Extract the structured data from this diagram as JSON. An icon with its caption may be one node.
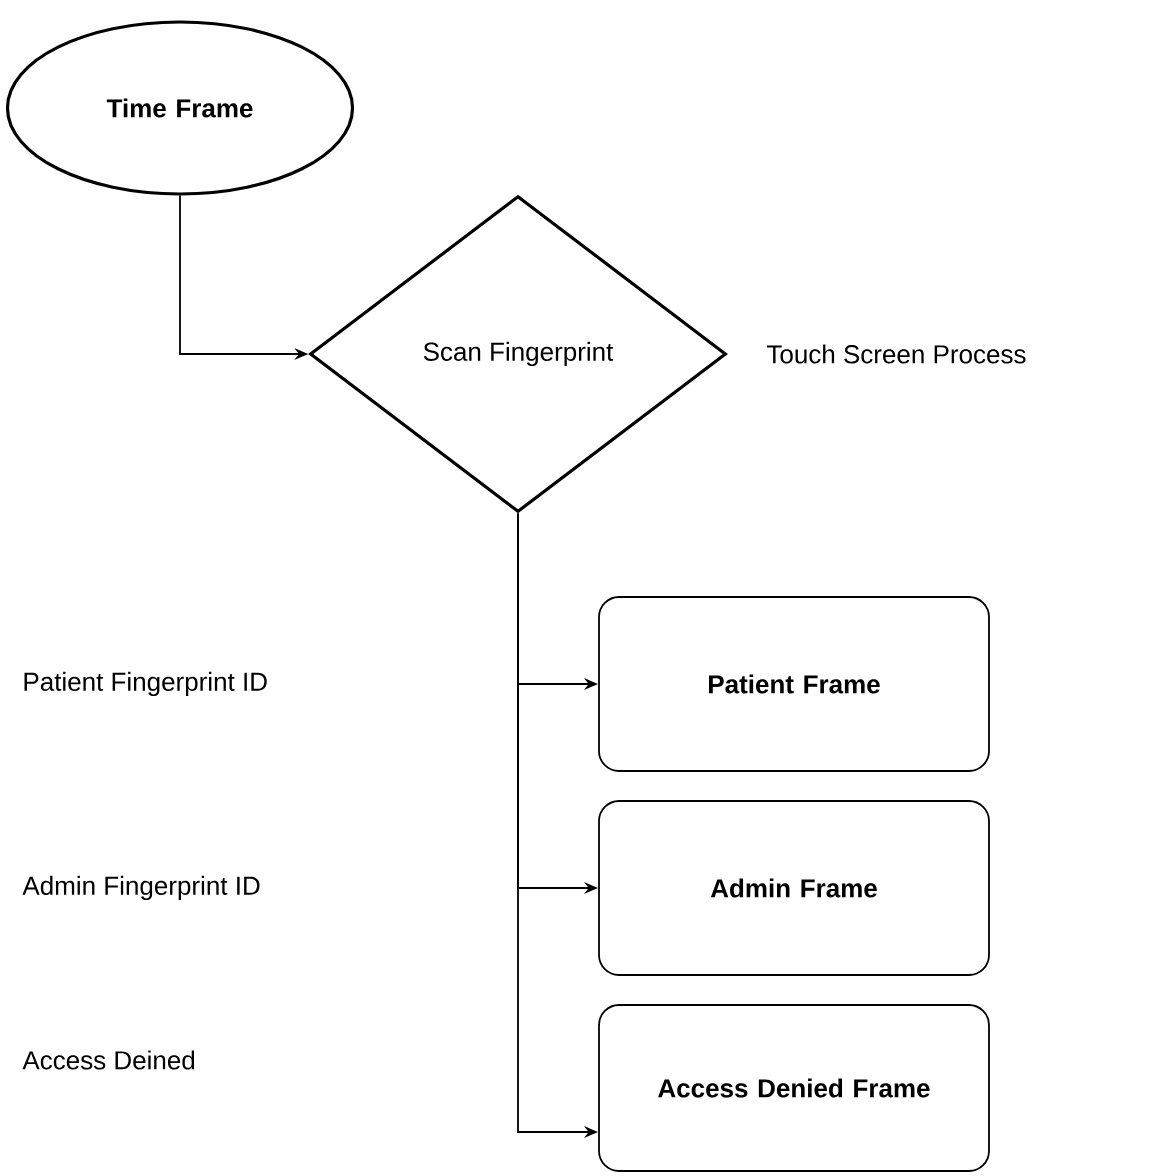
{
  "diagram": {
    "nodes": [
      {
        "text": [
          "Time Frame"
        ]
      },
      {
        "text": [
          "Scan Fingerprint"
        ],
        "beside": [
          "Touch Screen Process"
        ]
      },
      {
        "text": [
          "Patient Frame"
        ]
      },
      {
        "text": [
          "Admin Frame"
        ]
      },
      {
        "text": [
          "Access Denied Frame"
        ]
      }
    ],
    "edges": [
      {
        "from": 0,
        "to": 1,
        "arrow": "to"
      },
      {
        "from": 1,
        "to": 2,
        "arrow": "to"
      },
      {
        "from": 1,
        "to": 3,
        "arrow": "to"
      },
      {
        "from": 1,
        "to": 4,
        "arrow": "to"
      }
    ],
    "labels": [
      "Patient Fingerprint ID",
      "Admin Fingerprint ID",
      "Access Deined"
    ]
  }
}
